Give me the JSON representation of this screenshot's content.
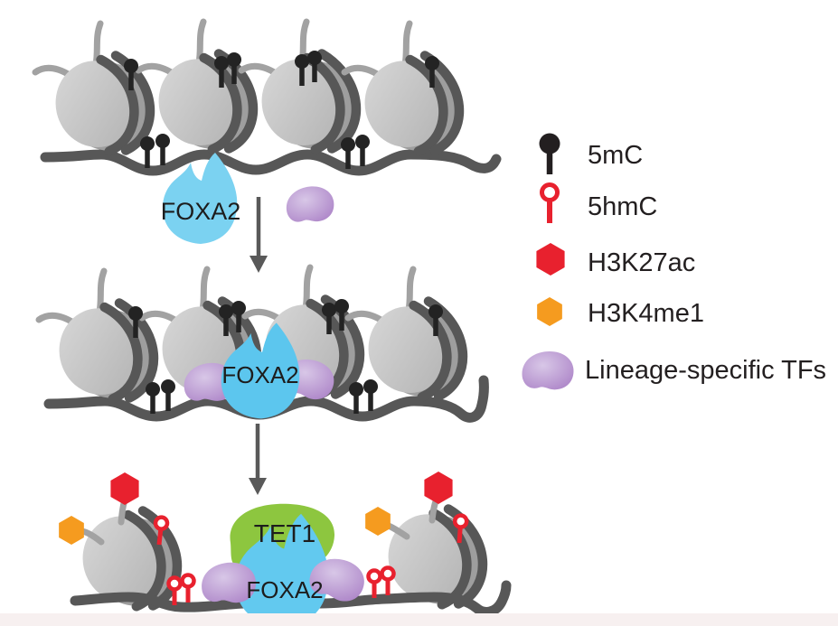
{
  "figure": {
    "type": "epigenetic-mechanism-diagram",
    "labels": {
      "foxa2": "FOXA2",
      "tet1": "TET1"
    },
    "legend": {
      "items": [
        {
          "icon": "5mc-lollipop-icon",
          "label": "5mC"
        },
        {
          "icon": "5hmc-lollipop-icon",
          "label": "5hmC"
        },
        {
          "icon": "h3k27ac-hexagon-icon",
          "label": "H3K27ac"
        },
        {
          "icon": "h3k4me1-hexagon-icon",
          "label": "H3K4me1"
        },
        {
          "icon": "lineage-tf-blob-icon",
          "label": "Lineage-specific TFs"
        }
      ]
    },
    "colors": {
      "mc5": "#232323",
      "hmc5": "#e8212e",
      "h3k27ac": "#e8212e",
      "h3k4me1": "#f59b1f",
      "tf_purple": "#b18bcb",
      "foxa2_blue": "#6fccf0",
      "tet1_green": "#8dc63f",
      "nucleosome_gray": "#bdbdbd",
      "dna_gray": "#575757",
      "arrow_gray": "#595959",
      "text": "#1d1d1d"
    }
  }
}
